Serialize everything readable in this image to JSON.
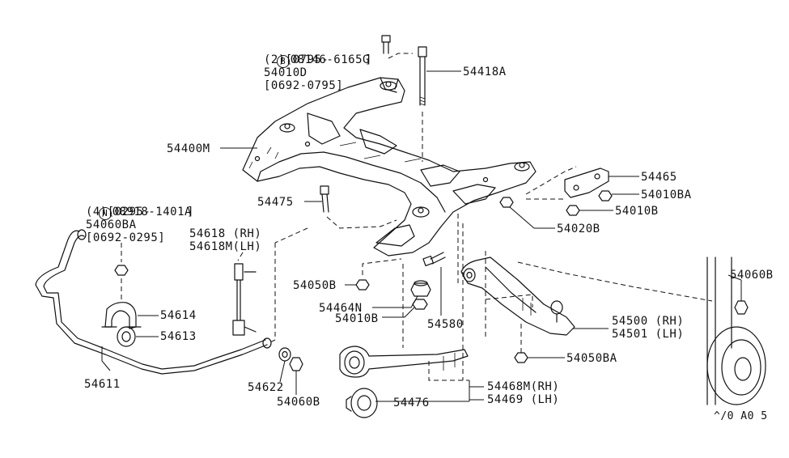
{
  "labels": {
    "bolt_spec_1": {
      "prefix": "B",
      "code": "08146-6165G",
      "qty": "(2)[0795-     ]",
      "part": "54010D",
      "date": "[0692-0795]"
    },
    "bolt_spec_2": {
      "prefix": "N",
      "code": "08918-1401A",
      "qty": "(4)[0295-     ]",
      "part": "54060BA",
      "date": "[0692-0295]"
    },
    "p54418A": "54418A",
    "p54400M": "54400M",
    "p54475": "54475",
    "p54465": "54465",
    "p54010BA": "54010BA",
    "p54010B_right": "54010B",
    "p54020B": "54020B",
    "p54618": "54618 (RH)",
    "p54618M": "54618M(LH)",
    "p54050B": "54050B",
    "p54464N": "54464N",
    "p54010B_center": "54010B",
    "p54580": "54580",
    "p54614": "54614",
    "p54613": "54613",
    "p54611": "54611",
    "p54622": "54622",
    "p54060B_bottom": "54060B",
    "p54500": "54500 (RH)",
    "p54501": "54501 (LH)",
    "p54050BA": "54050BA",
    "p54060B_right": "54060B",
    "p54468M": "54468M(RH)",
    "p54469": "54469 (LH)",
    "p54476": "54476",
    "diagram_code": "^/0 A0 5"
  }
}
